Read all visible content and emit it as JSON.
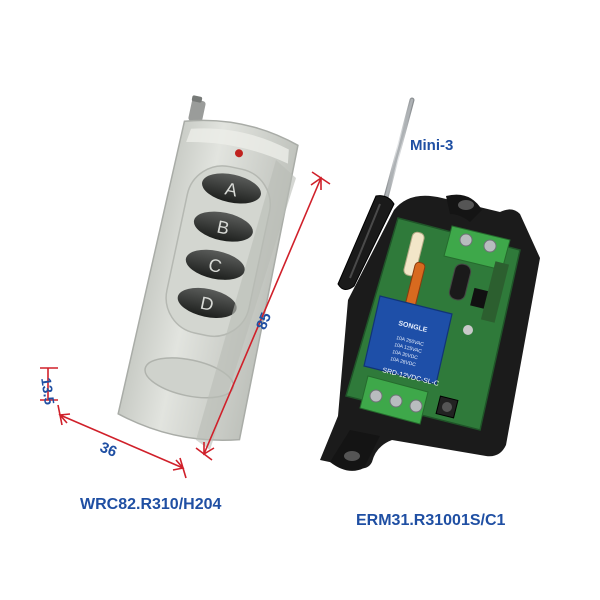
{
  "remote": {
    "model": "WRC82.R310/H204",
    "buttons": [
      "A",
      "B",
      "C",
      "D"
    ],
    "dimensions": {
      "length": "85",
      "width": "36",
      "thickness": "13.5"
    }
  },
  "receiver": {
    "model": "ERM31.R31001S/C1",
    "relay_brand": "SONGLE",
    "relay_model": "SRD-12VDC-SL-C",
    "relay_ratings": [
      "10A 250VAC",
      "10A 125VAC",
      "10A 30VDC",
      "10A 28VDC"
    ]
  },
  "tool": {
    "name": "Mini-3"
  },
  "colors": {
    "label_blue": "#1f4fa3",
    "dimension_red": "#d0202a",
    "remote_body": "#d9dcd6",
    "pcb_green": "#2f7a3a",
    "relay_blue": "#1e4fa8",
    "terminal_green": "#3ea84a"
  }
}
